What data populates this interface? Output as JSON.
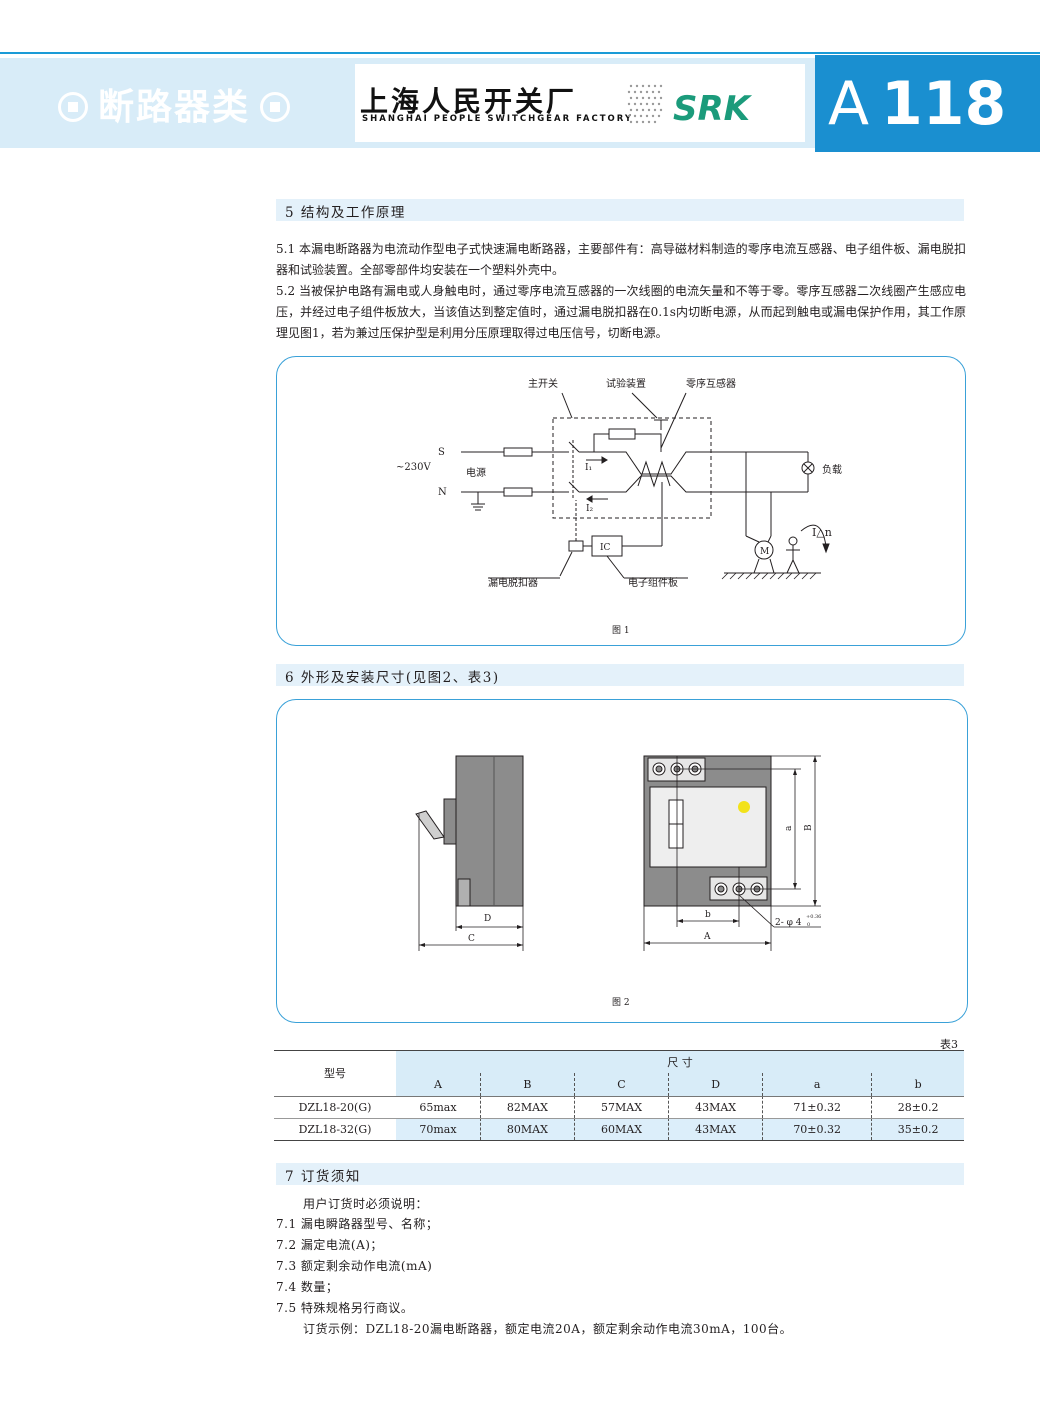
{
  "header": {
    "category": "断路器类",
    "factory_cn": "上海人民开关厂",
    "factory_en": "SHANGHAI PEOPLE SWITCHGEAR FACTORY",
    "brand": "SRK",
    "page_letter": "A",
    "page_number": "118",
    "colors": {
      "accent": "#1a8fd0",
      "band": "#d8ecf8",
      "logo": "#1b9b7b"
    }
  },
  "section5": {
    "title": "5  结构及工作原理",
    "p1": "5.1  本漏电断路器为电流动作型电子式快速漏电断路器，主要部件有：高导磁材料制造的零序电流互感器、电子组件板、漏电脱扣器和试验装置。全部零部件均安装在一个塑料外壳中。",
    "p2": "5.2  当被保护电路有漏电或人身触电时，通过零序电流互感器的一次线圈的电流矢量和不等于零。零序互感器二次线圈产生感应电压，并经过电子组件板放大，当该值达到整定值时，通过漏电脱扣器在0.1s内切断电源，从而起到触电或漏电保护作用，其工作原理见图1，若为兼过压保护型是利用分压原理取得过电压信号，切断电源。"
  },
  "figure1": {
    "label_main_switch": "主开关",
    "label_test": "试验装置",
    "label_ct": "零序互感器",
    "label_s": "S",
    "label_n": "N",
    "label_voltage": "~230V",
    "label_source": "电源",
    "label_i1": "I₁",
    "label_i2": "I₂",
    "label_load": "负载",
    "label_idn": "I△n",
    "label_m": "M",
    "label_ic": "IC",
    "label_release": "漏电脱扣器",
    "label_board": "电子组件板",
    "caption": "图 1"
  },
  "section6": {
    "title": "6  外形及安装尺寸(见图2、表3)"
  },
  "figure2": {
    "dim_d": "D",
    "dim_c": "C",
    "dim_a_small": "a",
    "dim_b_big": "B",
    "dim_b_small": "b",
    "dim_a_big": "A",
    "hole_label": "2- φ 4",
    "hole_tol_upper": "+0.36",
    "hole_tol_lower": "0",
    "caption": "图 2"
  },
  "table3": {
    "caption": "表3",
    "model_header": "型号",
    "dims_header": "尺  寸",
    "columns": [
      "A",
      "B",
      "C",
      "D",
      "a",
      "b"
    ],
    "rows": [
      {
        "model": "DZL18-20(G)",
        "values": [
          "65max",
          "82MAX",
          "57MAX",
          "43MAX",
          "71±0.32",
          "28±0.2"
        ]
      },
      {
        "model": "DZL18-32(G)",
        "values": [
          "70max",
          "80MAX",
          "60MAX",
          "43MAX",
          "70±0.32",
          "35±0.2"
        ]
      }
    ]
  },
  "section7": {
    "title": "7  订货须知",
    "intro": "用户订货时必须说明：",
    "items": [
      "7.1  漏电瞬路器型号、名称；",
      "7.2  漏定电流(A)；",
      "7.3  额定剩余动作电流(mA)",
      "7.4  数量；",
      "7.5  特殊规格另行商议。"
    ],
    "example": "订货示例：DZL18-20漏电断路器，额定电流20A，额定剩余动作电流30mA，100台。"
  }
}
